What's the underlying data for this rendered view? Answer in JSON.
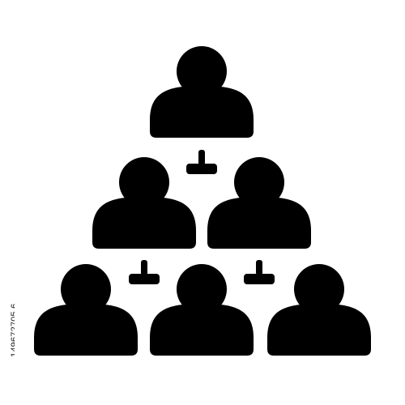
{
  "colors": {
    "background": "#ffffff",
    "figure_fill": "#000000",
    "connector_fill": "#000000"
  },
  "icon": {
    "name": "team-hierarchy-pyramid-icon",
    "person_icon": "person-icon",
    "connector_icon": "connector-t-icon",
    "rows": [
      1,
      2,
      3
    ]
  },
  "stock_id": "149672705 6"
}
